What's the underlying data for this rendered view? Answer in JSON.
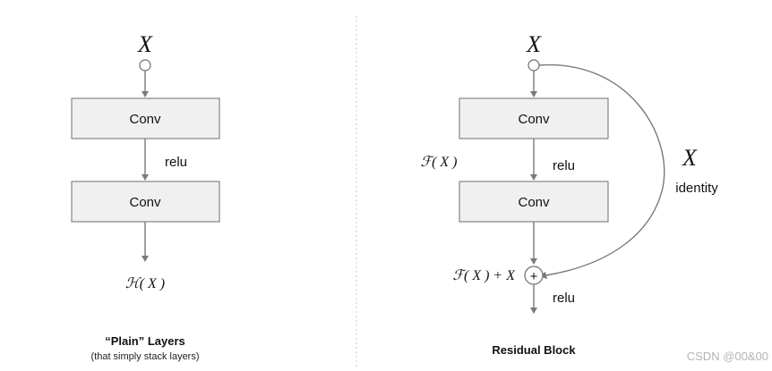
{
  "plain": {
    "input_label": "X",
    "conv1_label": "Conv",
    "relu_label": "relu",
    "conv2_label": "Conv",
    "output_label": "ℋ( X )",
    "caption_title": "“Plain” Layers",
    "caption_subtitle": "(that simply stack layers)"
  },
  "residual": {
    "input_label": "X",
    "conv1_label": "Conv",
    "f_label": "ℱ( X )",
    "relu_label": "relu",
    "conv2_label": "Conv",
    "skip_label": "X",
    "identity_label": "identity",
    "sum_label": "ℱ( X ) + X",
    "plus_symbol": "+",
    "relu_out_label": "relu",
    "caption_title": "Residual Block"
  },
  "watermark": "CSDN @00&00",
  "colors": {
    "box_fill": "#f0f0f0",
    "line": "#7a7a7a"
  }
}
